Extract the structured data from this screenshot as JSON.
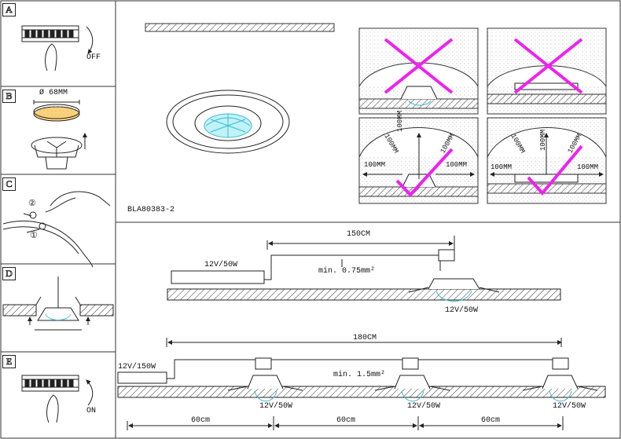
{
  "steps": {
    "a": {
      "letter": "A",
      "label": "OFF"
    },
    "b": {
      "letter": "B",
      "label": "Ø 68MM"
    },
    "c": {
      "letter": "C",
      "marker1": "②",
      "marker2": "①"
    },
    "d": {
      "letter": "D"
    },
    "e": {
      "letter": "E",
      "label": "ON"
    }
  },
  "model_code": "BLA80383-2",
  "clearance": {
    "ok1": {
      "left": "100MM",
      "right": "100MM",
      "top": "100MM",
      "diag_l": "100MM",
      "diag_r": "100MM"
    },
    "ok2": {
      "left": "100MM",
      "right": "100MM",
      "top": "100MM",
      "diag_l": "100MM",
      "diag_r": "100MM"
    }
  },
  "wiring_single": {
    "length": "150CM",
    "driver": "12V/50W",
    "wire": "min. 0.75mm²",
    "lamp": "12V/50W"
  },
  "wiring_multi": {
    "length": "180CM",
    "driver": "12V/150W",
    "wire": "min. 1.5mm²",
    "lamps": [
      "12V/50W",
      "12V/50W",
      "12V/50W"
    ],
    "spacings": [
      "60cm",
      "60cm",
      "60cm"
    ]
  },
  "colors": {
    "cross": "#ee22ee",
    "line": "#222222",
    "glass": "#7fe3ef"
  }
}
